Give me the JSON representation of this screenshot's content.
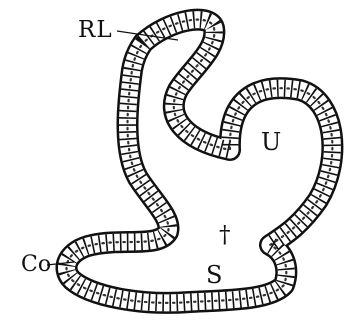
{
  "labels": {
    "rl": "RL",
    "u": "U",
    "s": "S",
    "co": "Co",
    "dagger": "†"
  },
  "colors": {
    "ink": "#111111",
    "paper": "#ffffff"
  }
}
